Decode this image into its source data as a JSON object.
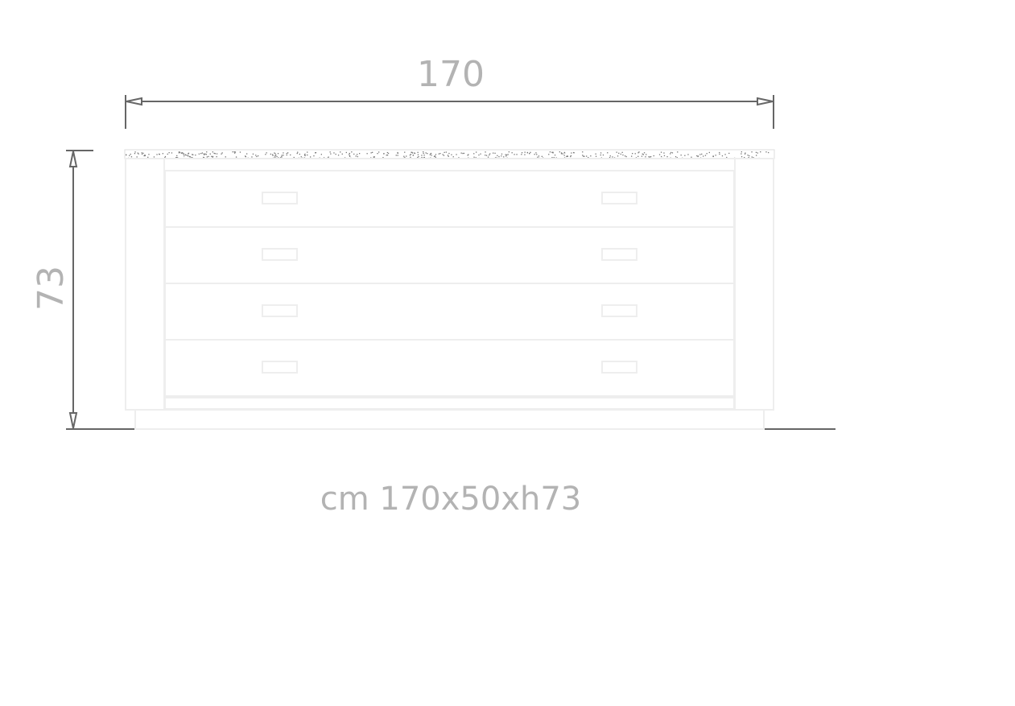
{
  "dimensions": {
    "width_label": "170",
    "height_label": "73",
    "caption": "cm 170x50xh73"
  },
  "furniture": {
    "drawer_count": 4,
    "handles_per_drawer": 2
  },
  "colors": {
    "dimension_line": "#666666",
    "label": "#b3b3b3",
    "outline": "#eeeeee"
  }
}
